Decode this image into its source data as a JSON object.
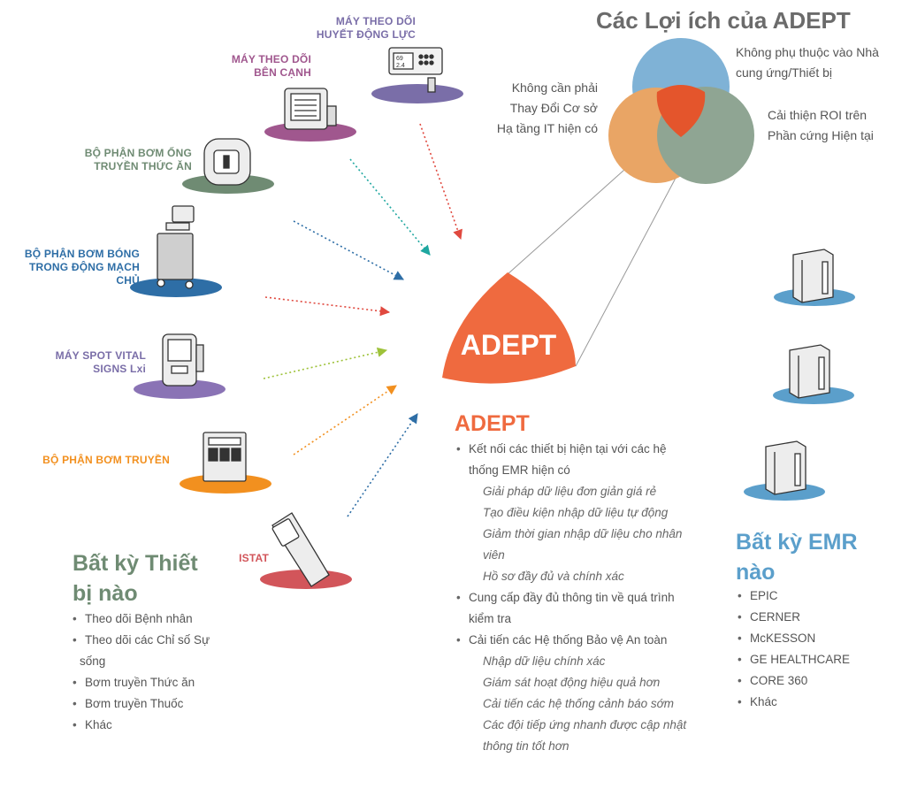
{
  "colors": {
    "adept_orange": "#ef6a3f",
    "green": "#6f8b73",
    "purple": "#7a6ea8",
    "magenta": "#a0578e",
    "blue": "#2e6ea6",
    "light_blue": "#5b9fcb",
    "orange": "#f2901f",
    "red": "#d2555a",
    "violet": "#8a73b5",
    "teal": "#1fa7a0",
    "lime": "#9ec23a"
  },
  "benefits": {
    "title": "Các Lợi ích của ADEPT",
    "no_vendor": [
      "Không phụ thuộc vào Nhà",
      "cung ứng/Thiết bị"
    ],
    "no_infra": [
      "Không cần phải",
      "Thay Đổi Cơ sở",
      "Hạ tầng IT hiện có"
    ],
    "roi": [
      "Cải thiện ROI trên",
      "Phần cứng Hiện tại"
    ]
  },
  "devices": {
    "hemodynamic": [
      "MÁY THEO DÕI",
      "HUYẾT ĐỘNG LỰC"
    ],
    "bedside": [
      "MÁY THEO DÕI",
      "BÊN CẠNH"
    ],
    "enteral": [
      "BỘ PHẬN BƠM ỐNG",
      "TRUYỀN THỨC ĂN"
    ],
    "balloon": [
      "BỘ PHẬN BƠM BÓNG",
      "TRONG ĐỘNG MẠCH CHỦ"
    ],
    "spot": [
      "MÁY SPOT VITAL",
      "SIGNS Lxi"
    ],
    "infusion": "BỘ PHẬN BƠM TRUYỀN",
    "istat": "ISTAT",
    "monitor_screen": [
      "69",
      "2.4"
    ]
  },
  "center": {
    "label": "ADEPT"
  },
  "adept": {
    "title": "ADEPT",
    "points": [
      {
        "text": [
          "Kết nối các thiết bị hiện tại với các hệ",
          "thống EMR hiện có"
        ],
        "subs": [
          [
            "Giải pháp dữ liệu đơn giản giá rẻ"
          ],
          [
            "Tạo điều kiện nhập dữ liệu tự động"
          ],
          [
            "Giảm thời gian nhập dữ liệu cho nhân",
            "viên"
          ],
          [
            "Hồ sơ đầy đủ và chính xác"
          ]
        ]
      },
      {
        "text": [
          "Cung cấp đầy đủ thông tin về quá trình",
          "kiểm tra"
        ],
        "subs": []
      },
      {
        "text": [
          "Cải tiến các Hệ thống Bảo vệ An toàn"
        ],
        "subs": [
          [
            "Nhập dữ liệu chính xác"
          ],
          [
            "Giám sát hoạt động hiệu quả hơn"
          ],
          [
            "Cải tiến các hệ thống cảnh báo sớm"
          ],
          [
            "Các đội tiếp ứng nhanh được cập nhật",
            "thông tin tốt hơn"
          ]
        ]
      }
    ]
  },
  "emr": {
    "title": [
      "Bất kỳ EMR",
      "nào"
    ],
    "items": [
      "EPIC",
      "CERNER",
      "McKESSON",
      "GE HEALTHCARE",
      "CORE 360",
      "Khác"
    ]
  },
  "any_device": {
    "title": [
      "Bất kỳ Thiết",
      "bị nào"
    ],
    "items": [
      [
        "Theo dõi Bệnh nhân"
      ],
      [
        "Theo dõi các Chỉ số Sự",
        "sống"
      ],
      [
        "Bơm truyền Thức ăn"
      ],
      [
        "Bơm truyền Thuốc"
      ],
      [
        "Khác"
      ]
    ]
  }
}
